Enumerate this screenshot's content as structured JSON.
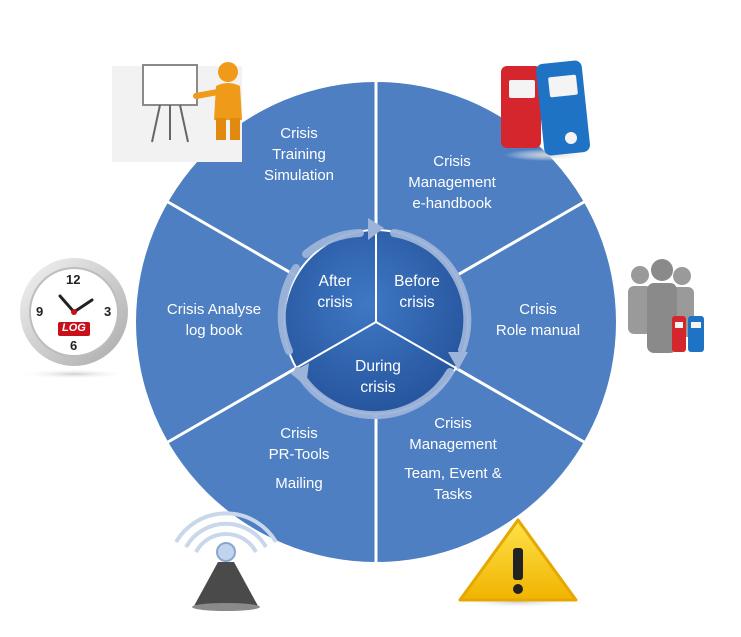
{
  "cycle": {
    "after": [
      "After",
      "crisis"
    ],
    "before": [
      "Before",
      "crisis"
    ],
    "during": [
      "During",
      "crisis"
    ]
  },
  "segments": {
    "training": [
      "Crisis",
      "Training",
      "Simulation"
    ],
    "handbook": [
      "Crisis",
      "Management",
      "e-handbook"
    ],
    "role": [
      "Crisis",
      "Role manual"
    ],
    "management": [
      "Crisis",
      "Management",
      "Team, Event &",
      "Tasks"
    ],
    "pr": [
      "Crisis",
      "PR-Tools",
      "Mailing"
    ],
    "analyse": [
      "Crisis Analyse",
      "log book"
    ]
  },
  "icons": {
    "presenter": "presenter-flipchart-icon",
    "binders": "binders-icon",
    "team": "team-people-icon",
    "warning": "warning-triangle-icon",
    "broadcast": "broadcast-signal-icon",
    "clock": "log-clock-icon"
  },
  "clock": {
    "log_text": "LOG",
    "numerals": [
      "12",
      "3",
      "6",
      "9"
    ]
  },
  "colors": {
    "segment": "#4e7fc2",
    "segment_border": "#ffffff",
    "core": "#2f5fa8",
    "ring": "#9db4da",
    "text": "#ffffff",
    "binder_red": "#d4262c",
    "binder_blue": "#1f73c4",
    "person": "#9a9a9a",
    "warning": "#f5c400"
  }
}
